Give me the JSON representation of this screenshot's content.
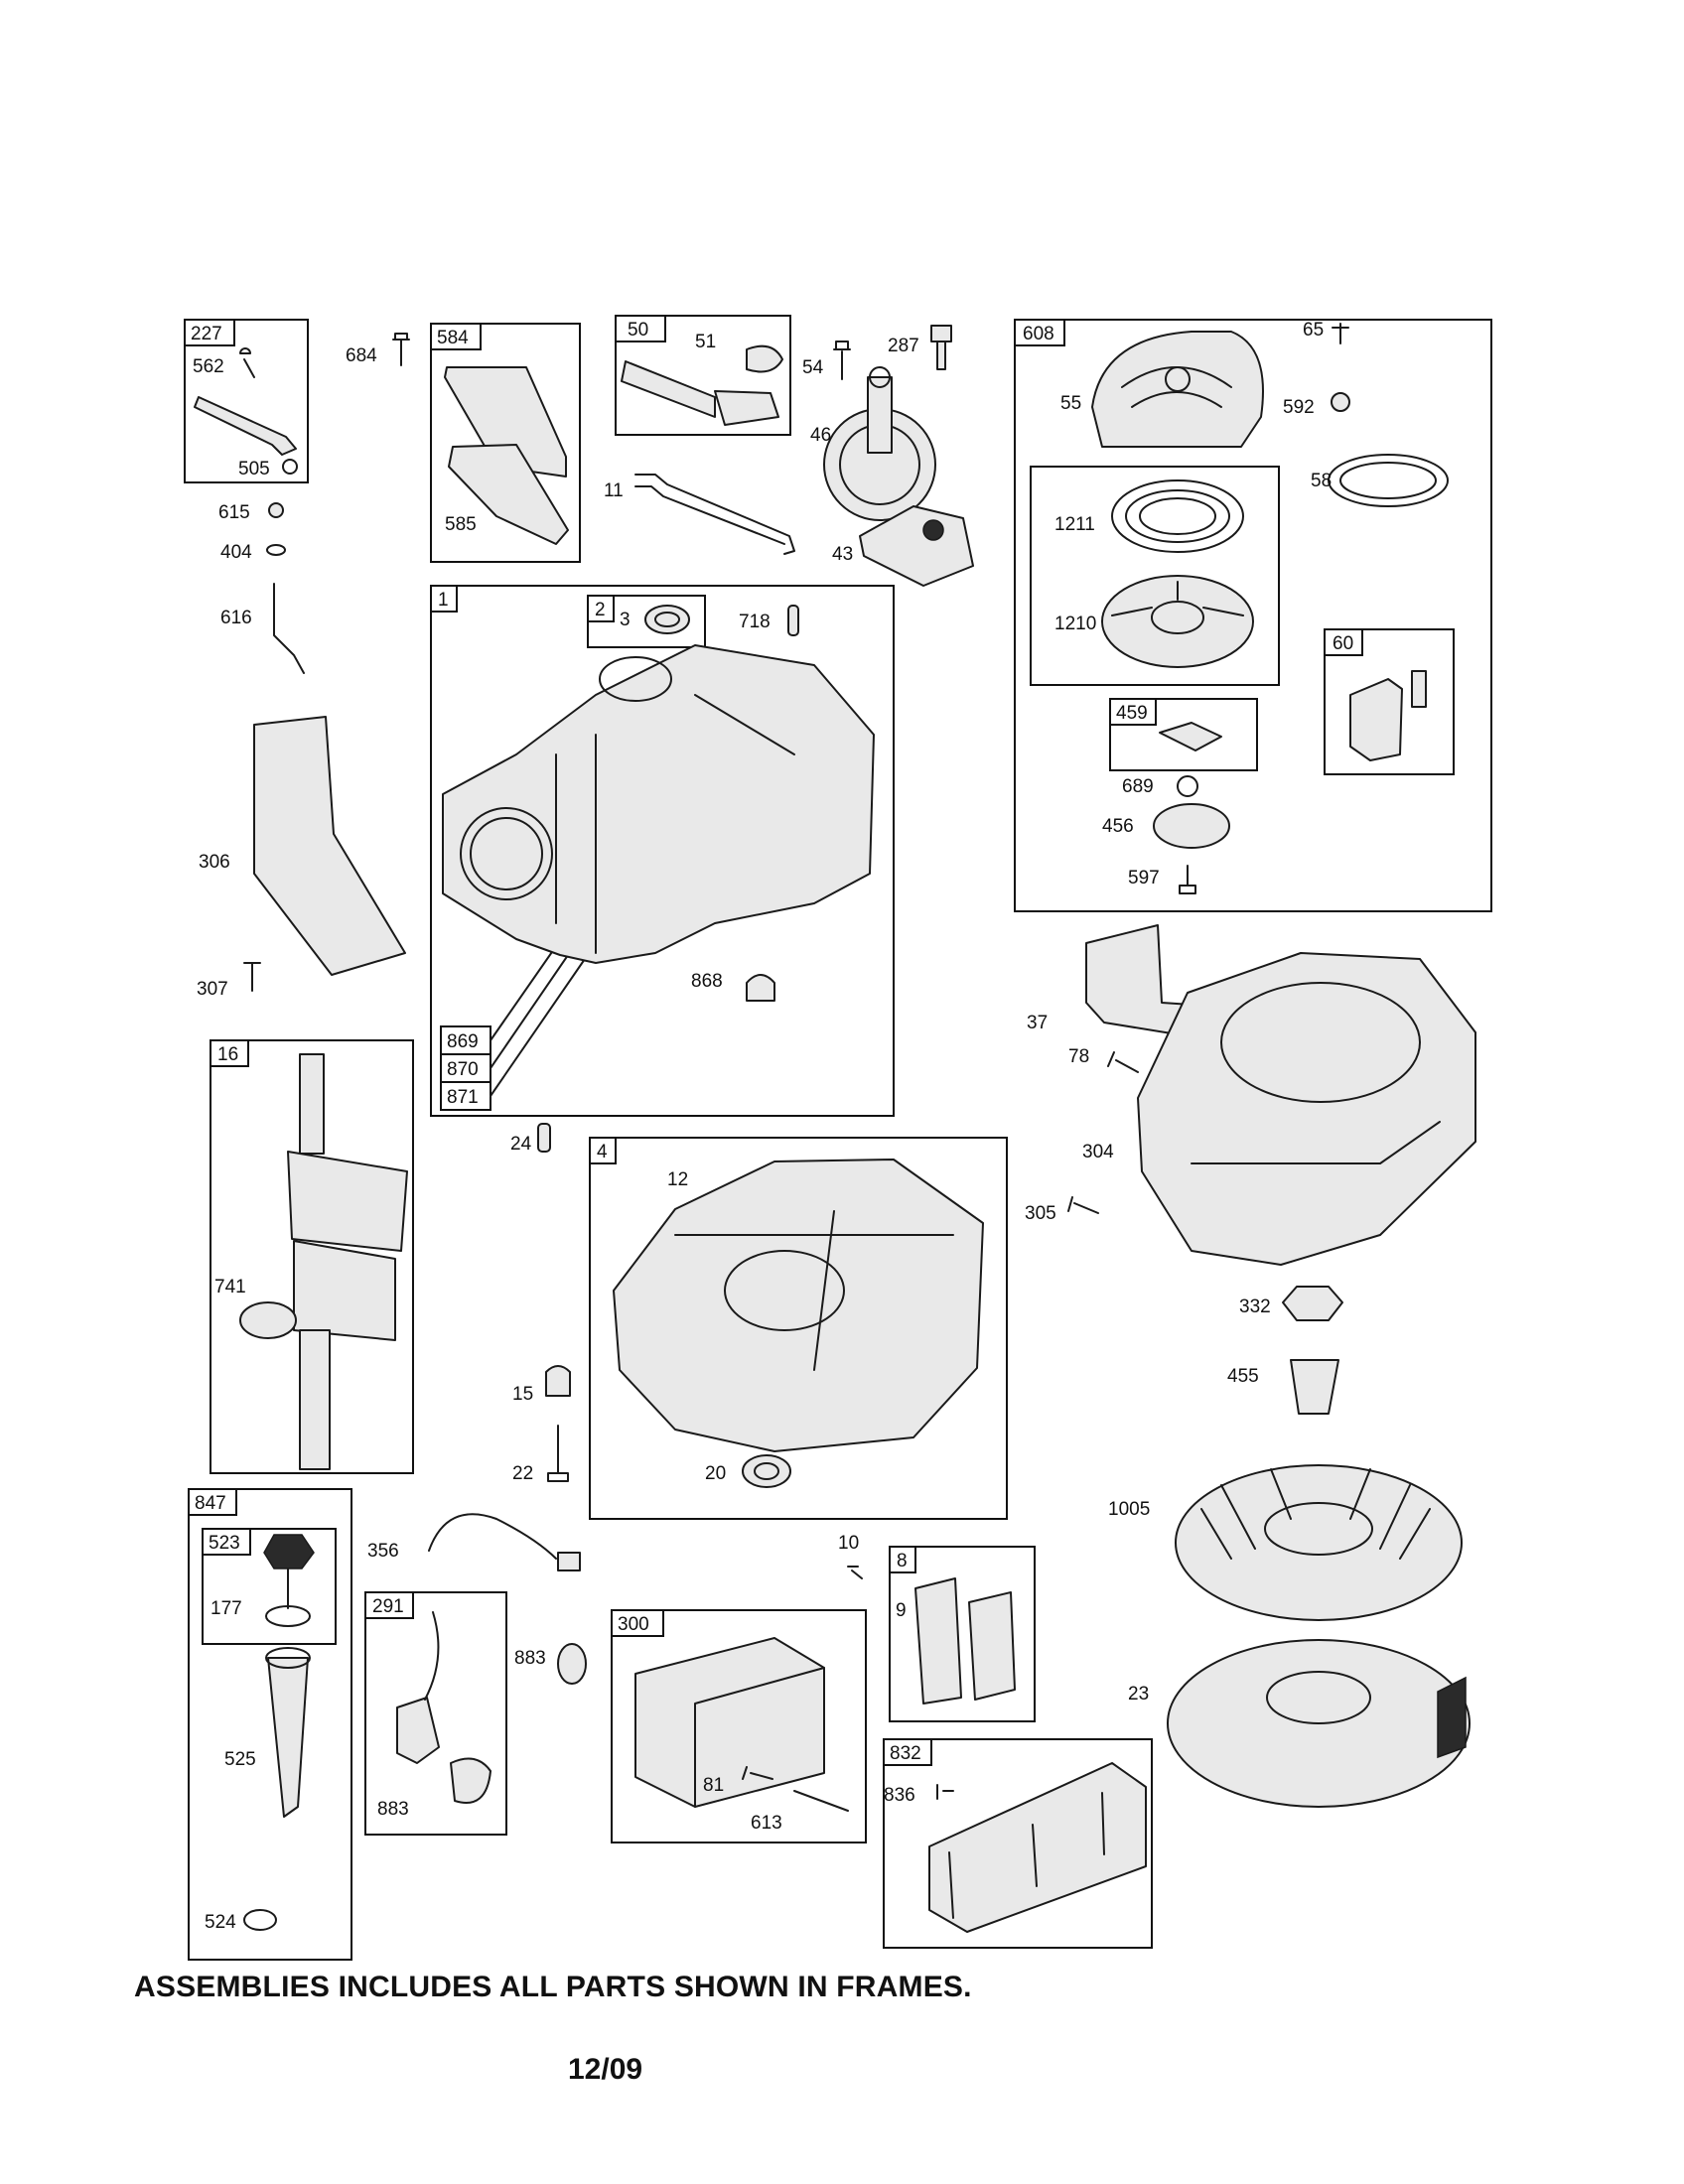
{
  "footer_note": "ASSEMBLIES INCLUDES ALL PARTS SHOWN IN FRAMES.",
  "date_code": "12/09",
  "frames": [
    {
      "id": "227"
    },
    {
      "id": "584"
    },
    {
      "id": "50"
    },
    {
      "id": "608"
    },
    {
      "id": "1"
    },
    {
      "id": "2"
    },
    {
      "id": "60"
    },
    {
      "id": "459"
    },
    {
      "id": "16"
    },
    {
      "id": "4"
    },
    {
      "id": "847"
    },
    {
      "id": "523"
    },
    {
      "id": "291"
    },
    {
      "id": "300"
    },
    {
      "id": "8"
    },
    {
      "id": "832"
    }
  ],
  "frame_ids_boxed": [
    "869",
    "870",
    "871"
  ],
  "part_labels": [
    "562",
    "505",
    "684",
    "585",
    "51",
    "54",
    "287",
    "46",
    "11",
    "43",
    "55",
    "65",
    "592",
    "58",
    "1211",
    "1210",
    "689",
    "456",
    "597",
    "615",
    "404",
    "616",
    "306",
    "307",
    "3",
    "718",
    "868",
    "37",
    "78",
    "304",
    "305",
    "741",
    "24",
    "12",
    "15",
    "22",
    "20",
    "332",
    "455",
    "1005",
    "356",
    "10",
    "9",
    "883",
    "177",
    "525",
    "524",
    "883",
    "81",
    "613",
    "836",
    "23"
  ]
}
